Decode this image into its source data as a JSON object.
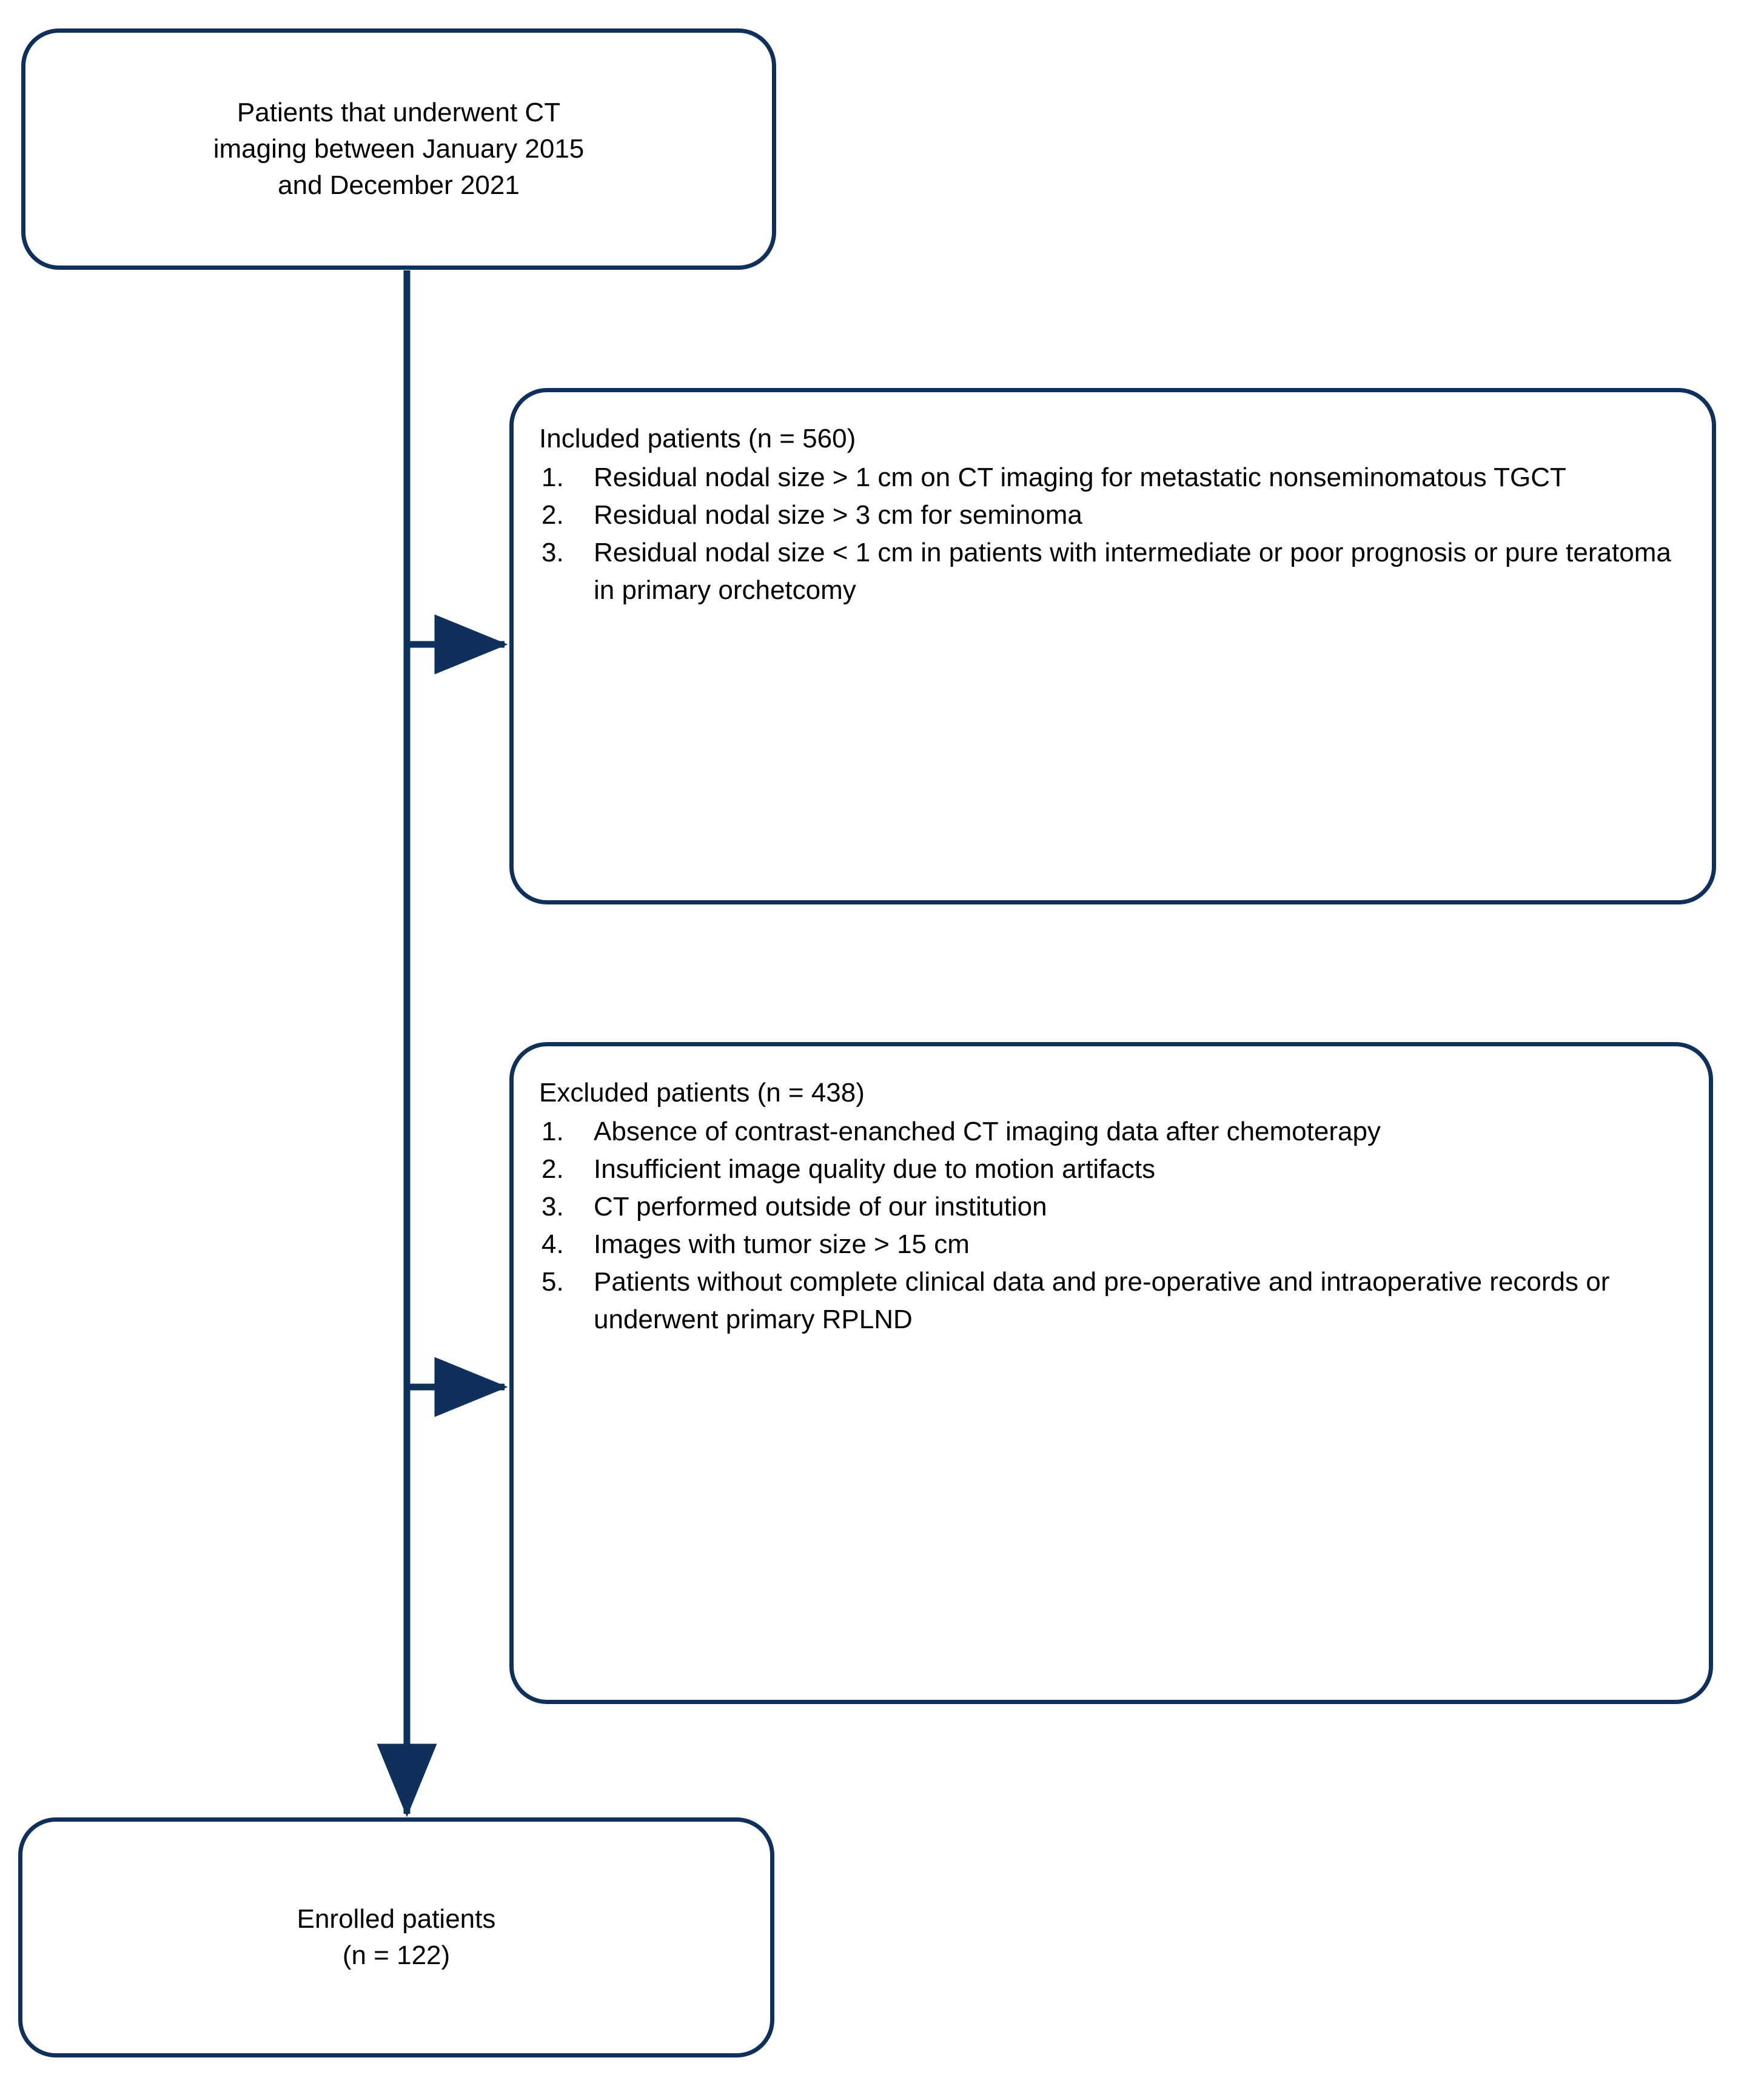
{
  "diagram": {
    "type": "patient-selection-flowchart",
    "accent_color": "#10305c",
    "background_color": "#ffffff",
    "text_color": "#000000"
  },
  "nodes": {
    "source": {
      "lines": [
        "Patients that underwent CT",
        "imaging between January 2015",
        "and December 2021"
      ]
    },
    "included": {
      "title": "Included patients (n = 560)",
      "count_label": "n = 560",
      "count": 560,
      "items": [
        "Residual nodal size > 1 cm on CT imaging for metastatic nonseminomatous TGCT",
        "Residual nodal size > 3 cm for seminoma",
        "Residual nodal size < 1 cm in patients with intermediate or poor prognosis or pure teratoma in primary orchetcomy"
      ]
    },
    "excluded": {
      "title": "Excluded patients (n = 438)",
      "count_label": "n = 438",
      "count": 438,
      "items": [
        "Absence of contrast-enanched CT imaging data after chemoterapy",
        "Insufficient image quality due to motion artifacts",
        "CT performed outside of our institution",
        "Images with tumor size > 15 cm",
        "Patients without complete clinical data and pre-operative and intraoperative records or underwent primary RPLND"
      ]
    },
    "enrolled": {
      "lines": [
        "Enrolled patients",
        "(n = 122)"
      ],
      "count_label": "n = 122",
      "count": 122
    }
  },
  "connectors": [
    {
      "name": "source-to-spine",
      "from": "source",
      "to": "spine",
      "kind": "line"
    },
    {
      "name": "spine-to-included",
      "from": "spine",
      "to": "included",
      "kind": "arrow"
    },
    {
      "name": "spine-to-excluded",
      "from": "spine",
      "to": "excluded",
      "kind": "arrow"
    },
    {
      "name": "spine-to-enrolled",
      "from": "spine",
      "to": "enrolled",
      "kind": "arrow"
    }
  ]
}
